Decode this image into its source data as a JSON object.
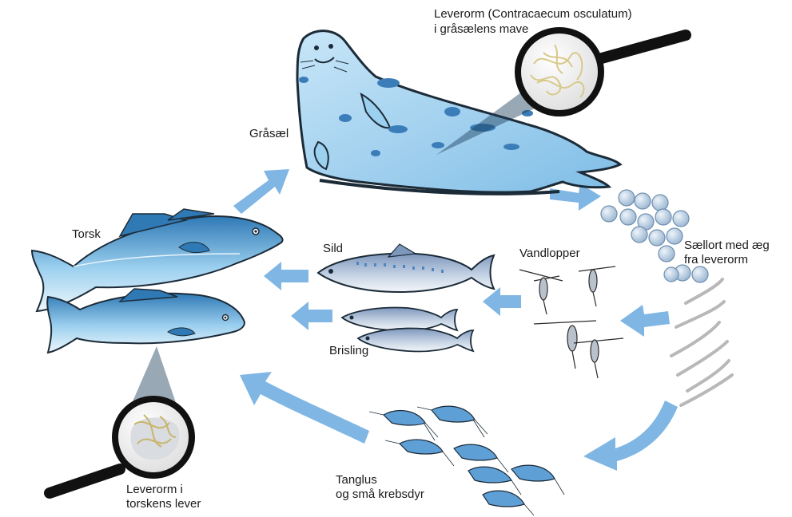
{
  "labels": {
    "seal_worm_line1": "Leverorm (Contracaecum osculatum)",
    "seal_worm_line2": "i gråsælens mave",
    "seal": "Gråsæl",
    "cod": "Torsk",
    "herring": "Sild",
    "sprat": "Brisling",
    "copepods": "Vandlopper",
    "feces_line1": "Sællort med æg",
    "feces_line2": "fra leverorm",
    "krill_line1": "Tanglus",
    "krill_line2": "og små krebsdyr",
    "cod_worm_line1": "Leverorm i",
    "cod_worm_line2": "torskens lever"
  },
  "icons": [
    "grey-seal",
    "cod",
    "herring",
    "sprat",
    "copepod",
    "egg",
    "larva",
    "krill",
    "magnifier"
  ],
  "colors": {
    "arrow": "#7fb6e3",
    "seal_body": "#a6d3f0",
    "seal_spot": "#3a7db8",
    "fish_blue": "#3d8fc6",
    "herring": "#8aa4c6",
    "outline": "#1c2b38",
    "handle": "#111111"
  }
}
